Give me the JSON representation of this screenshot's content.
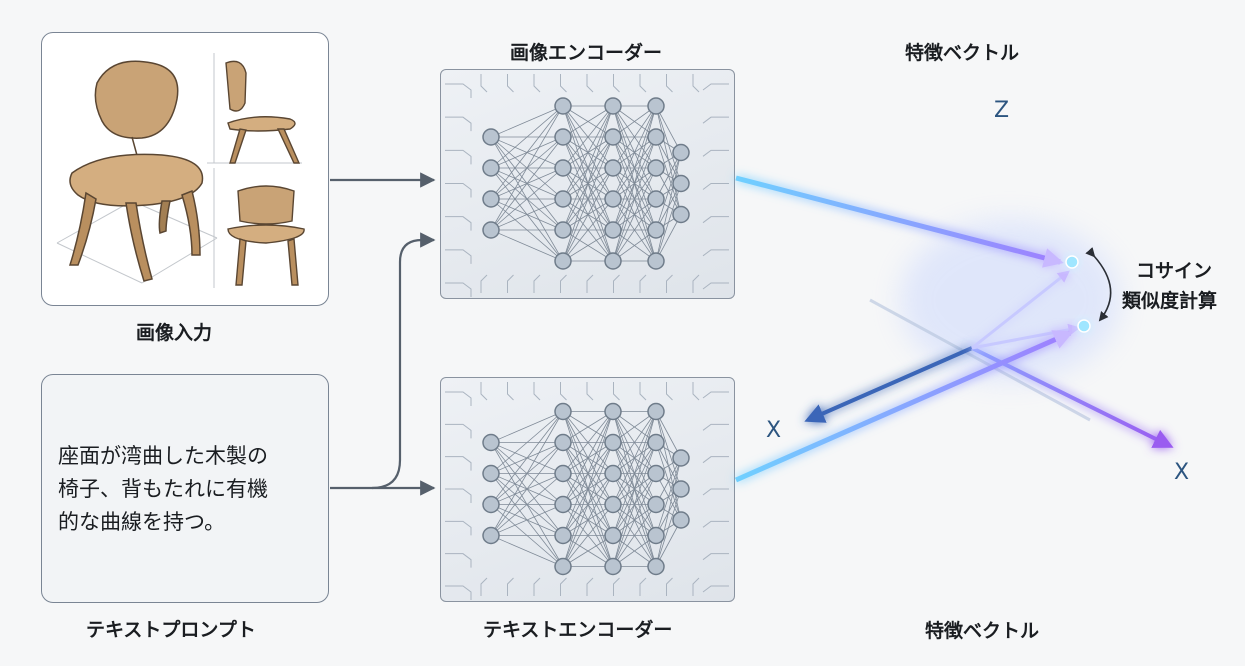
{
  "labels": {
    "image_input": "画像入力",
    "text_prompt": "テキストプロンプト",
    "image_encoder": "画像エンコーダー",
    "text_encoder": "テキストエンコーダー",
    "feature_vector_top": "特徴ベクトル",
    "feature_vector_bottom": "特徴ベクトル",
    "cosine_line1": "コサイン",
    "cosine_line2": "類似度計算"
  },
  "prompt": {
    "text": "座面が湾曲した木製の\n椅子、背もたれに有機\n的な曲線を持つ。"
  },
  "axes": {
    "z": "Z",
    "x_left": "X",
    "x_right": "X"
  },
  "colors": {
    "arrow_gray": "#56606c",
    "vector_blue": "#6fd0ff",
    "vector_purple": "#a07cff",
    "axis_blue": "#5aa7e6",
    "node_fill": "#b9c4d0",
    "node_stroke": "#6f7c8a"
  },
  "icons": {
    "chair": "chair-sketch-icon",
    "neural_net": "neural-network-icon"
  }
}
